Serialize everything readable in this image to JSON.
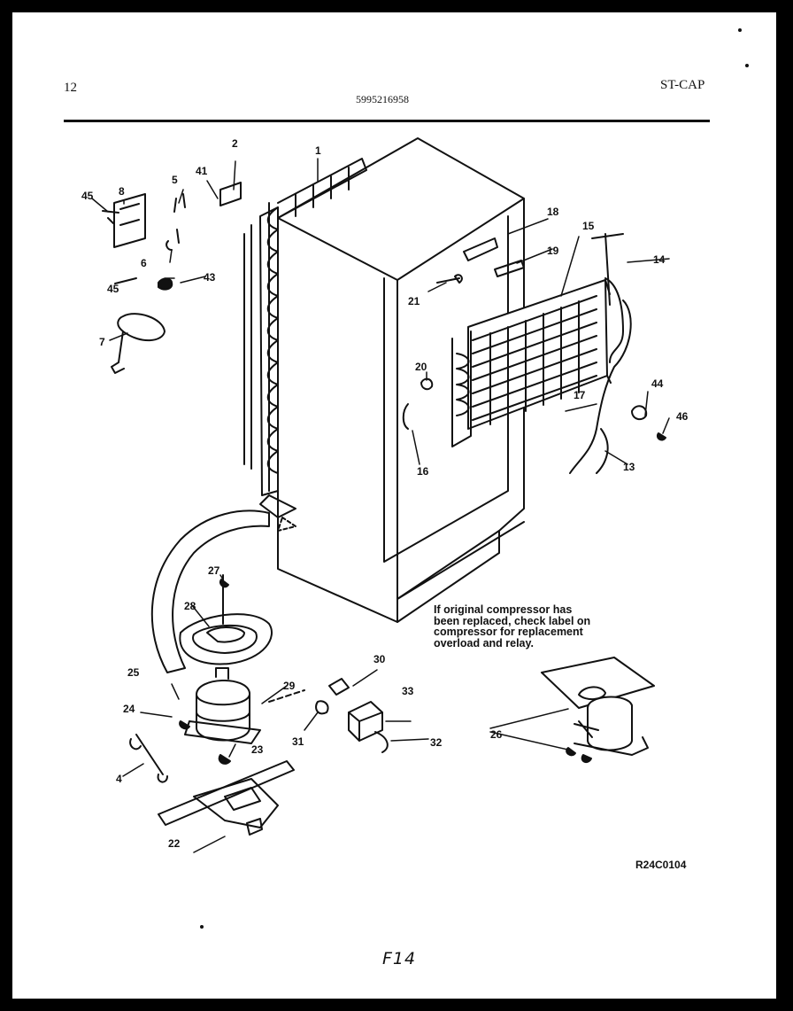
{
  "header": {
    "page": "12",
    "part_number": "5995216958",
    "model": "ST-CAP"
  },
  "note": "If original compressor has\nbeen replaced, check label on\ncompressor for replacement\noverload and relay.",
  "reference_code": "R24C0104",
  "handwritten": "F14",
  "callouts": [
    "1",
    "2",
    "4",
    "5",
    "6",
    "7",
    "8",
    "13",
    "14",
    "15",
    "16",
    "17",
    "18",
    "19",
    "20",
    "21",
    "22",
    "23",
    "24",
    "25",
    "26",
    "27",
    "28",
    "29",
    "30",
    "31",
    "32",
    "33",
    "41",
    "43",
    "44",
    "45",
    "45",
    "46"
  ]
}
